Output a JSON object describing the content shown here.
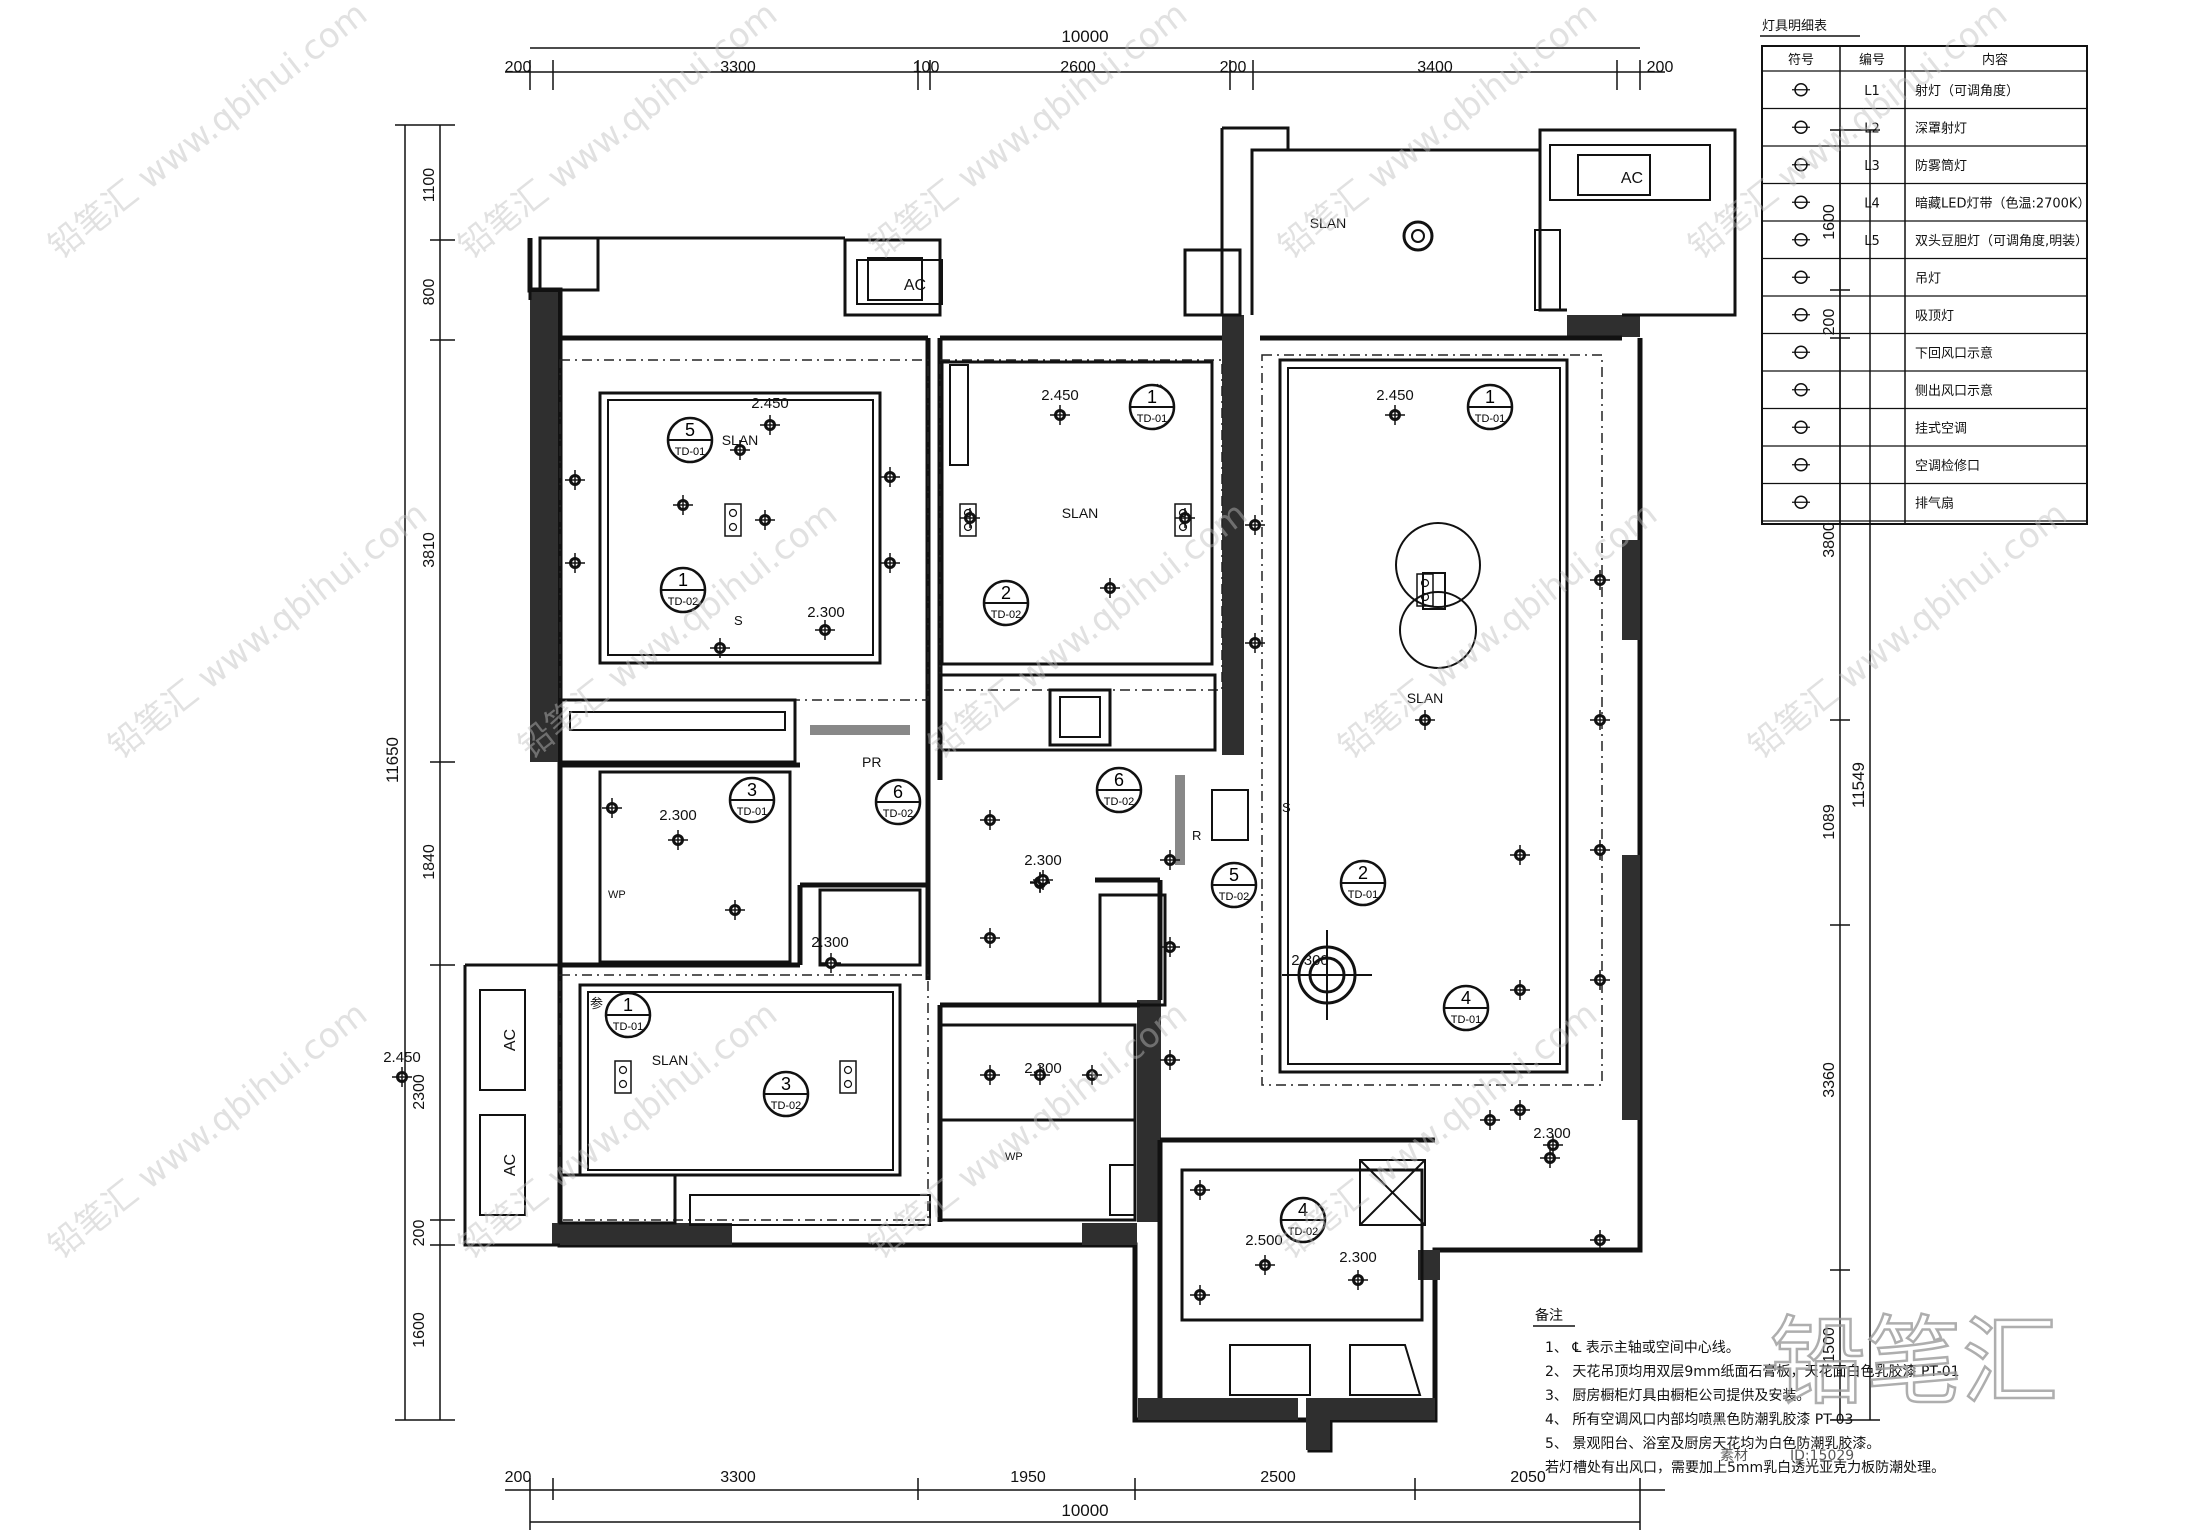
{
  "dimensions": {
    "total_top": "10000",
    "total_bottom": "10000",
    "top_segments": [
      "200",
      "3300",
      "100",
      "2600",
      "200",
      "3400",
      "200"
    ],
    "bottom_segments": [
      "200",
      "3300",
      "1950",
      "2500",
      "2050"
    ],
    "left_total": "11650",
    "left_segments": [
      "1100",
      "800",
      "3810",
      "1840",
      "2300",
      "200",
      "1600"
    ],
    "right_total": "11549",
    "right_segments": [
      "1600",
      "200",
      "3800",
      "1089",
      "3360",
      "1500"
    ]
  },
  "legend": {
    "title": "灯具明细表",
    "headers": [
      "符号",
      "编号",
      "内容"
    ],
    "rows": [
      {
        "code": "L1",
        "desc": "射灯（可调角度）"
      },
      {
        "code": "L2",
        "desc": "深罩射灯"
      },
      {
        "code": "L3",
        "desc": "防雾筒灯"
      },
      {
        "code": "L4",
        "desc": "暗藏LED灯带（色温:2700K）"
      },
      {
        "code": "L5",
        "desc": "双头豆胆灯（可调角度,明装）"
      },
      {
        "code": "",
        "desc": "吊灯"
      },
      {
        "code": "",
        "desc": "吸顶灯"
      },
      {
        "code": "",
        "desc": "下回风口示意"
      },
      {
        "code": "",
        "desc": "侧出风口示意"
      },
      {
        "code": "",
        "desc": "挂式空调"
      },
      {
        "code": "",
        "desc": "空调检修口"
      },
      {
        "code": "",
        "desc": "排气扇"
      }
    ]
  },
  "notes": {
    "title": "备注",
    "items": [
      "1、  ℄ 表示主轴或空间中心线。",
      "2、  天花吊顶均用双层9mm纸面石膏板，天花面白色乳胶漆 PT-01",
      "3、  厨房橱柜灯具由橱柜公司提供及安装。",
      "4、  所有空调风口内部均喷黑色防潮乳胶漆 PT-03",
      "5、  景观阳台、浴室及厨房天花均为白色防潮乳胶漆。",
      "     若灯槽处有出风口，需要加上5mm乳白透光亚克力板防潮处理。"
    ]
  },
  "plan_labels": {
    "ac": "AC",
    "slan": "SLAN",
    "wp": "WP",
    "pr": "PR",
    "s": "S",
    "r": "R",
    "ref": "参",
    "heights": [
      "2.450",
      "2.450",
      "2.450",
      "2.300",
      "2.300",
      "2.300",
      "2.300",
      "2.300",
      "2.300",
      "2.450",
      "2.300",
      "2.500",
      "2.300"
    ]
  },
  "tags": [
    {
      "num": "5",
      "code": "TD-01"
    },
    {
      "num": "1",
      "code": "TD-02"
    },
    {
      "num": "1",
      "code": "TD-01"
    },
    {
      "num": "2",
      "code": "TD-02"
    },
    {
      "num": "1",
      "code": "TD-01"
    },
    {
      "num": "3",
      "code": "TD-01"
    },
    {
      "num": "6",
      "code": "TD-02"
    },
    {
      "num": "6",
      "code": "TD-02"
    },
    {
      "num": "5",
      "code": "TD-02"
    },
    {
      "num": "2",
      "code": "TD-01"
    },
    {
      "num": "4",
      "code": "TD-01"
    },
    {
      "num": "1",
      "code": "TD-01"
    },
    {
      "num": "3",
      "code": "TD-02"
    },
    {
      "num": "4",
      "code": "TD-02"
    }
  ],
  "watermark": {
    "brand": "铅笔汇",
    "url": "www.qbihui.com",
    "id_label": "ID:15029",
    "big_prefix": "素材"
  }
}
